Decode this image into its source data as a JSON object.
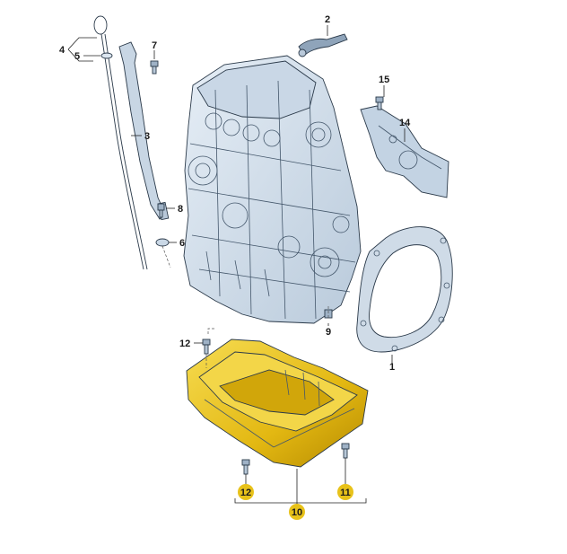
{
  "callouts": {
    "c1": "1",
    "c2": "2",
    "c3": "3",
    "c4": "4",
    "c5": "5",
    "c6": "6",
    "c7": "7",
    "c8": "8",
    "c9": "9",
    "c10": "10",
    "c11": "11",
    "c12_upper": "12",
    "c12_lower": "12",
    "c14": "14",
    "c15": "15"
  },
  "colors": {
    "engine_fill": "#d6e2ef",
    "engine_shadow": "#b7c7d8",
    "line": "#2b3a4a",
    "oil_pan_fill": "#e8c21a",
    "oil_pan_shadow": "#b38d00",
    "callout_highlight": "#e8c21a",
    "gasket_fill": "#cfdbe7"
  },
  "icons": {
    "engine": "engine-block-icon",
    "oil_pan": "oil-pan-icon",
    "gasket": "gasket-icon"
  }
}
